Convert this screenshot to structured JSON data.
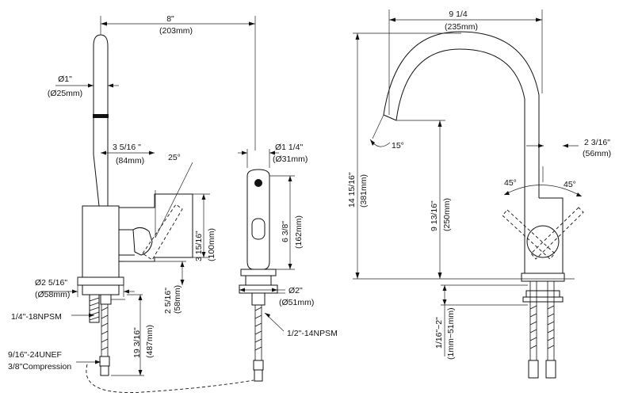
{
  "dimensions": {
    "width_in": "8\"",
    "width_mm": "(203mm)",
    "spout_dia_in": "Ø1\"",
    "spout_dia_mm": "(Ø25mm)",
    "handle_offset_in": "3 5/16 \"",
    "handle_offset_mm": "(84mm)",
    "handle_angle": "25°",
    "handle_height_in": "3 15/16\"",
    "handle_height_mm": "(100mm)",
    "base_dia_in": "Ø2 5/16\"",
    "base_dia_mm": "(Ø58mm)",
    "base_h_in": "2 5/16\"",
    "base_h_mm": "(58mm)",
    "supply_len_in": "19 3/16\"",
    "supply_len_mm": "(487mm)",
    "sprayer_dia_in": "Ø1 1/4\"",
    "sprayer_dia_mm": "(Ø31mm)",
    "sprayer_len_in": "6 3/8\"",
    "sprayer_len_mm": "(162mm)",
    "sprayer_base_in": "Ø2\"",
    "sprayer_base_mm": "(Ø51mm)",
    "reach_in": "9 1/4",
    "reach_mm": "(235mm)",
    "total_height_in": "14 15/16\"",
    "total_height_mm": "(381mm)",
    "spout_height_in": "9 13/16\"",
    "spout_height_mm": "(250mm)",
    "spout_tilt": "15°",
    "lever_left_angle": "45°",
    "lever_right_angle": "45°",
    "lever_len_in": "2 3/16\"",
    "lever_len_mm": "(56mm)",
    "deck_range_in": "1/16\"~2\"",
    "deck_range_mm": "(1mm~51mm)"
  },
  "labels": {
    "thread_npsm_left": "1/4\"-18NPSM",
    "thread_unef": "9/16\"-24UNEF",
    "compression": "3/8\"Compression",
    "thread_npsm_spray": "1/2\"-14NPSM"
  }
}
